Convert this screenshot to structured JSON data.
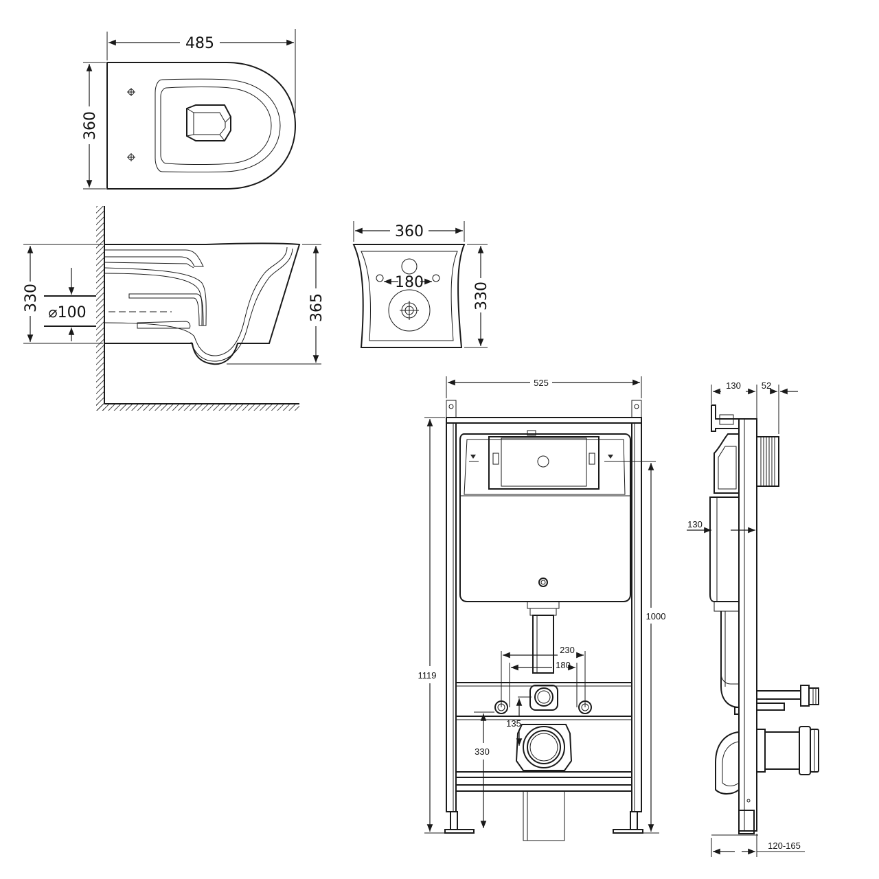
{
  "top_view": {
    "width": "485",
    "depth": "360"
  },
  "side_view": {
    "height": "330",
    "pipe": "⌀100",
    "total_height": "365"
  },
  "rear_view": {
    "width": "360",
    "bolt_spacing": "180",
    "height": "330"
  },
  "frame_front": {
    "width": "525",
    "total_height": "1119",
    "frame_height": "1000",
    "inlet_spacing_outer": "230",
    "inlet_spacing_inner": "180",
    "drain_offset": "135",
    "drain_height": "330"
  },
  "frame_side": {
    "depth_top": "130",
    "plate": "52",
    "depth_mid": "130",
    "depth_range": "120-165"
  }
}
